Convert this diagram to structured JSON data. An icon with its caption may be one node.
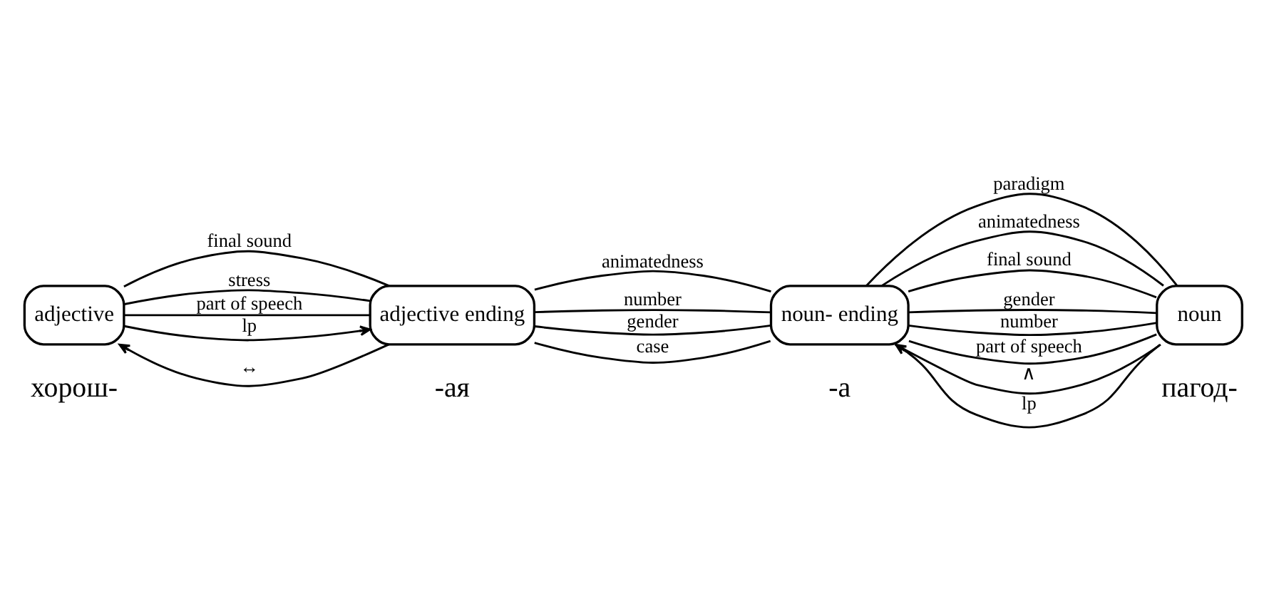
{
  "diagram": {
    "nodes": [
      {
        "text": [
          "adjective"
        ]
      },
      {
        "text": [
          "adjective ending"
        ]
      },
      {
        "text": [
          "noun- ending"
        ]
      },
      {
        "text": [
          "noun"
        ]
      }
    ],
    "edges": [
      {
        "from": 0,
        "to": 1,
        "arrow": "none",
        "label": "final sound"
      },
      {
        "from": 0,
        "to": 1,
        "arrow": "none",
        "label": "stress"
      },
      {
        "from": 0,
        "to": 1,
        "arrow": "none",
        "label": "part of speech"
      },
      {
        "from": 1,
        "to": 0,
        "arrow": "to",
        "label": "↔"
      },
      {
        "from": 0,
        "to": 1,
        "arrow": "to",
        "label": "lp"
      },
      {
        "from": 1,
        "to": 2,
        "arrow": "none",
        "label": "animatedness"
      },
      {
        "from": 1,
        "to": 2,
        "arrow": "none",
        "label": "number"
      },
      {
        "from": 1,
        "to": 2,
        "arrow": "none",
        "label": "gender"
      },
      {
        "from": 1,
        "to": 2,
        "arrow": "none",
        "label": "case"
      },
      {
        "from": 2,
        "to": 3,
        "arrow": "none",
        "label": "paradigm"
      },
      {
        "from": 2,
        "to": 3,
        "arrow": "none",
        "label": "animatedness"
      },
      {
        "from": 2,
        "to": 3,
        "arrow": "none",
        "label": "final sound"
      },
      {
        "from": 2,
        "to": 3,
        "arrow": "none",
        "label": "gender"
      },
      {
        "from": 2,
        "to": 3,
        "arrow": "none",
        "label": "number"
      },
      {
        "from": 2,
        "to": 3,
        "arrow": "none",
        "label": "part of speech"
      },
      {
        "from": 2,
        "to": 3,
        "arrow": "none",
        "label": "∧"
      },
      {
        "from": 3,
        "to": 2,
        "arrow": "to",
        "label": "lp"
      }
    ],
    "labels": [
      "хорош-",
      "-ая",
      "-а",
      "пагод-"
    ]
  }
}
